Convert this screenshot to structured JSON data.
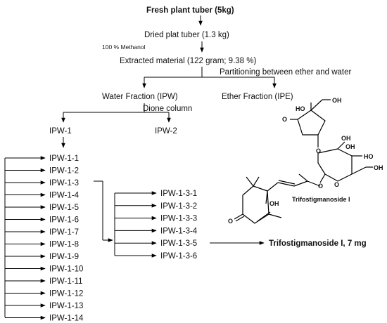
{
  "steps": {
    "tuber": "Fresh plant tuber (5kg)",
    "dried": "Dried plat tuber  (1.3 kg)",
    "methanol": "100 % Methanol",
    "extracted": "Extracted material (122 gram; 9.38 %)",
    "partition": "Partitioning between ether and water",
    "water": "Water Fraction (IPW)",
    "ether": "Ether Fraction (IPE)",
    "dione": "Dione column",
    "ipw1": "IPW-1",
    "ipw2": "IPW-2"
  },
  "ipw1_fractions": [
    "IPW-1-1",
    "IPW-1-2",
    "IPW-1-3",
    "IPW-1-4",
    "IPW-1-5",
    "IPW-1-6",
    "IPW-1-7",
    "IPW-1-8",
    "IPW-1-9",
    "IPW-1-10",
    "IPW-1-11",
    "IPW-1-12",
    "IPW-1-13",
    "IPW-1-14"
  ],
  "ipw13_fractions": [
    "IPW-1-3-1",
    "IPW-1-3-2",
    "IPW-1-3-3",
    "IPW-1-3-4",
    "IPW-1-3-5",
    "IPW-1-3-6"
  ],
  "result": "Trifostigmanoside I, 7 mg",
  "molecule": {
    "name": "Trifostigmanoside I",
    "labels": [
      "HO",
      "OH",
      "O",
      "O",
      "OH",
      "HO",
      "OH",
      "O",
      "OH",
      "OH",
      "O",
      "O"
    ]
  }
}
